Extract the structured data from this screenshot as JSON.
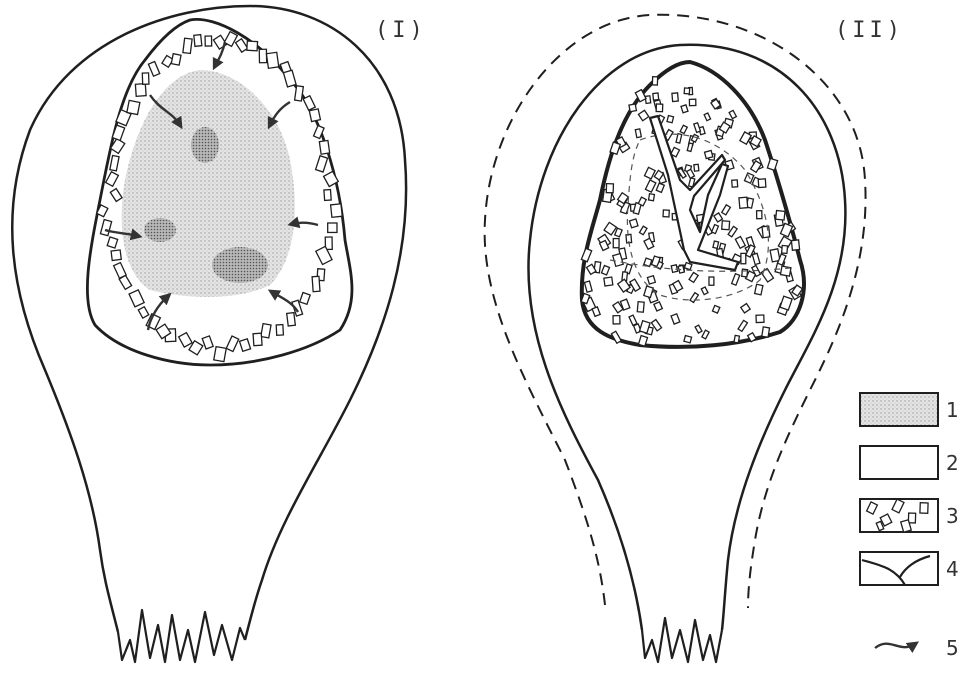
{
  "panels": {
    "left_label": "(I)",
    "right_label": "(II)"
  },
  "legend": {
    "items": [
      {
        "number": "1",
        "pattern": "stipple"
      },
      {
        "number": "2",
        "pattern": "blank"
      },
      {
        "number": "3",
        "pattern": "crystals"
      },
      {
        "number": "4",
        "pattern": "cracks"
      },
      {
        "number": "5",
        "pattern": "arrow"
      }
    ]
  },
  "colors": {
    "ink": "#1f1f1f",
    "stipple": "#bfbfbf",
    "background": "#ffffff"
  }
}
